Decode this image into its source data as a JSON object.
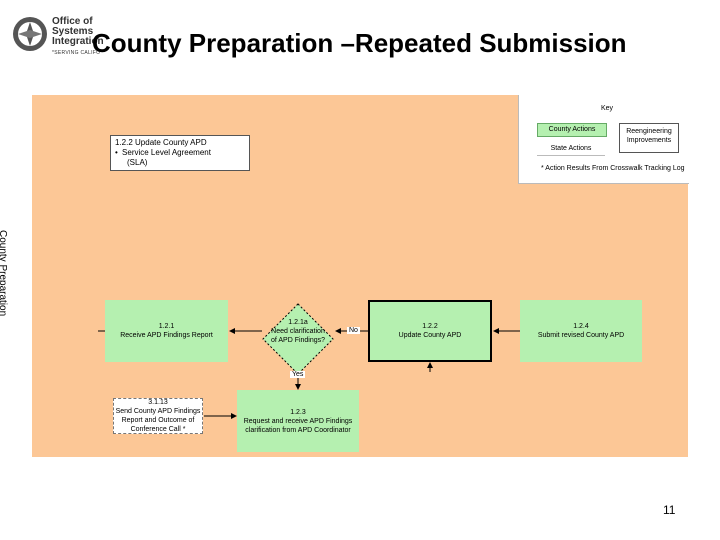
{
  "header": {
    "logo": {
      "line1": "Office of",
      "line2": "Systems",
      "line3": "Integration",
      "tagline": "*SERVING CALIFO"
    },
    "title": "County Preparation –Repeated Submission"
  },
  "swimlane": {
    "label": "County Preparation",
    "fill_color": "#fcc796"
  },
  "key": {
    "title": "Key",
    "county_actions": "County Actions",
    "state_actions": "State Actions",
    "reengineering": [
      "Reengineering",
      "Improvements"
    ],
    "note": "* Action Results From Crosswalk Tracking Log"
  },
  "note_box": {
    "title": "1.2.2 Update County APD",
    "bullet": "Service Level Agreement",
    "bullet_cont": "(SLA)"
  },
  "nodes": {
    "receive_findings": {
      "id": "1.2.1",
      "label": "Receive APD Findings Report"
    },
    "decision": {
      "id": "1.2.1a",
      "line1": "Need clarification",
      "line2": "of APD Findings?"
    },
    "update_apd": {
      "id": "1.2.2",
      "label": "Update County APD"
    },
    "submit_revised": {
      "id": "1.2.4",
      "label": "Submit revised County APD"
    },
    "request_clarification": {
      "id": "1.2.3",
      "line1": "Request and receive APD Findings",
      "line2": "clarification from APD Coordinator"
    },
    "send_findings": {
      "id": "3.1.13",
      "line1": "Send County APD Findings",
      "line2": "Report and Outcome of",
      "line3": "Conference Call *"
    }
  },
  "edge_labels": {
    "no": "No",
    "yes": "Yes"
  },
  "colors": {
    "county_action": "#b5f0b0",
    "lane": "#fcc796"
  },
  "page_number": "11"
}
